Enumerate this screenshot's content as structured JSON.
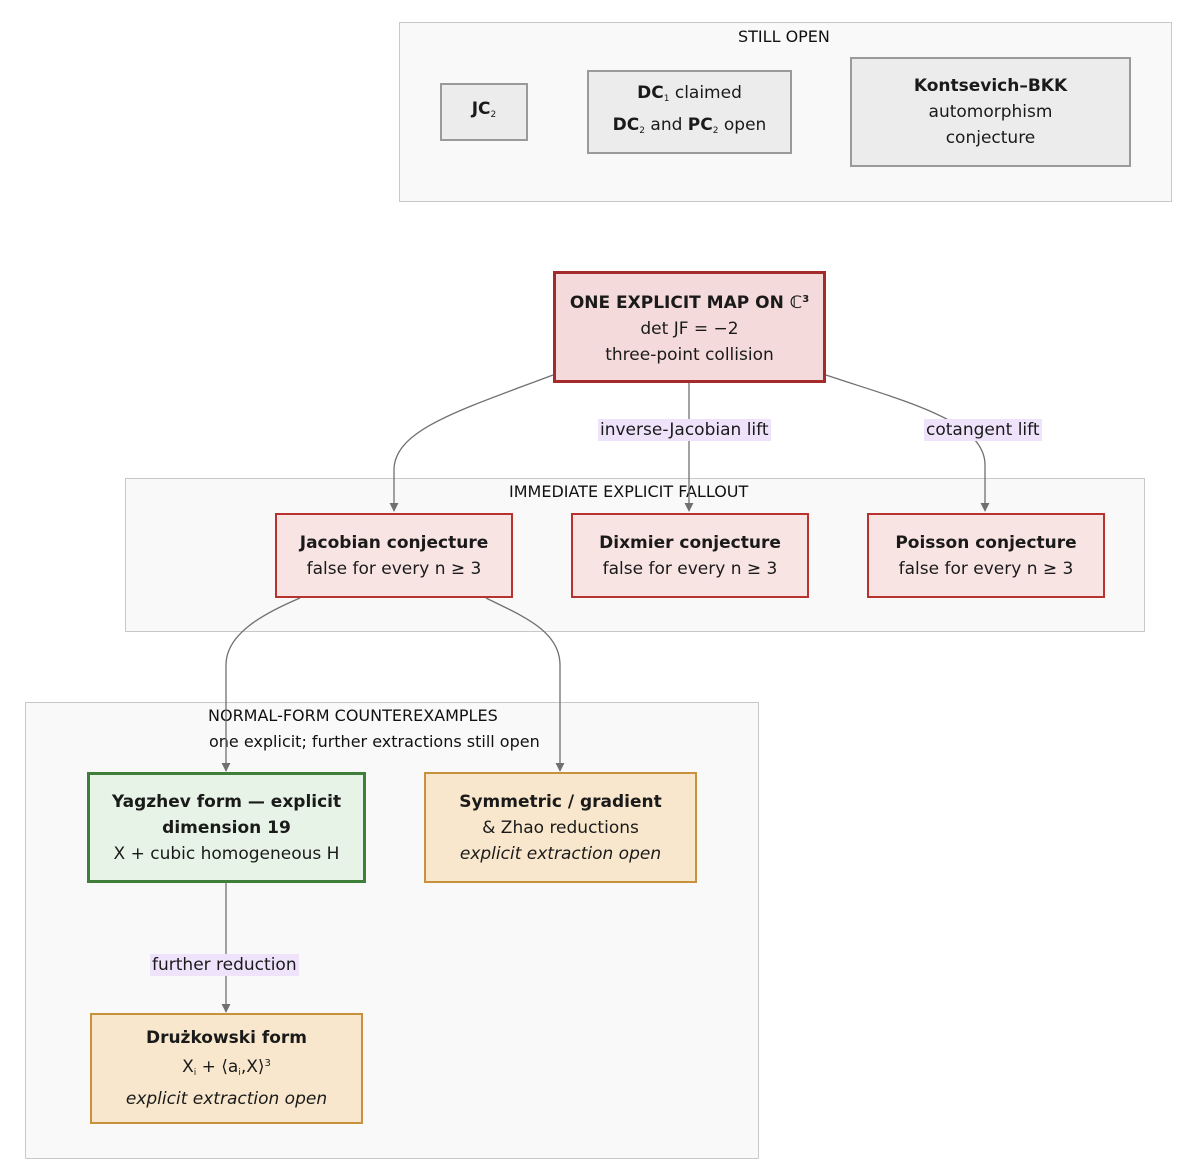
{
  "clusters": {
    "still_open": {
      "title": "STILL OPEN"
    },
    "fallout": {
      "title": "IMMEDIATE EXPLICIT FALLOUT"
    },
    "normal_form": {
      "title_line1": "NORMAL-FORM COUNTEREXAMPLES",
      "title_line2": "one explicit; further extractions still open"
    }
  },
  "nodes": {
    "jc2": {
      "name": "JC",
      "sub": "2"
    },
    "dc1": {
      "line1_name": "DC",
      "line1_sub": "1",
      "line1_rest": " claimed",
      "line2_a": "DC",
      "line2_a_sub": "2",
      "line2_mid": " and ",
      "line2_b": "PC",
      "line2_b_sub": "2",
      "line2_rest": " open"
    },
    "kontsevich": {
      "line1": "Kontsevich–BKK",
      "line2": "automorphism",
      "line3": "conjecture"
    },
    "map": {
      "line1": "ONE EXPLICIT MAP ON ℂ",
      "line1_sup": "3",
      "line2": "det JF = −2",
      "line3": "three-point collision"
    },
    "jacobian": {
      "title": "Jacobian conjecture",
      "text": "false for every n ≥ 3"
    },
    "dixmier": {
      "title": "Dixmier conjecture",
      "text": "false for every n ≥ 3"
    },
    "poisson": {
      "title": "Poisson conjecture",
      "text": "false for every n ≥ 3"
    },
    "yagzhev": {
      "line1": "Yagzhev form — explicit",
      "line2": "dimension 19",
      "line3": "X + cubic homogeneous H"
    },
    "symmetric": {
      "line1": "Symmetric / gradient",
      "line2": "& Zhao reductions",
      "line3": "explicit extraction open"
    },
    "druzkowski": {
      "title": "Drużkowski form",
      "f_a": "X",
      "f_a_sub": "i",
      "f_b": " + ⟨a",
      "f_b_sub": "i",
      "f_c": ",X⟩",
      "f_c_sup": "3",
      "note": "explicit extraction open"
    }
  },
  "edge_labels": {
    "inverse_jacobian": "inverse-Jacobian lift",
    "cotangent": "cotangent lift",
    "further_reduction": "further reduction"
  },
  "colors": {
    "edge": "#707070",
    "edge_label_bg": "#efe3fb",
    "red_border": "#b8332e",
    "green_border": "#3f7f3a",
    "amber_border": "#c8923d",
    "grey_border": "#9a9a9a"
  }
}
